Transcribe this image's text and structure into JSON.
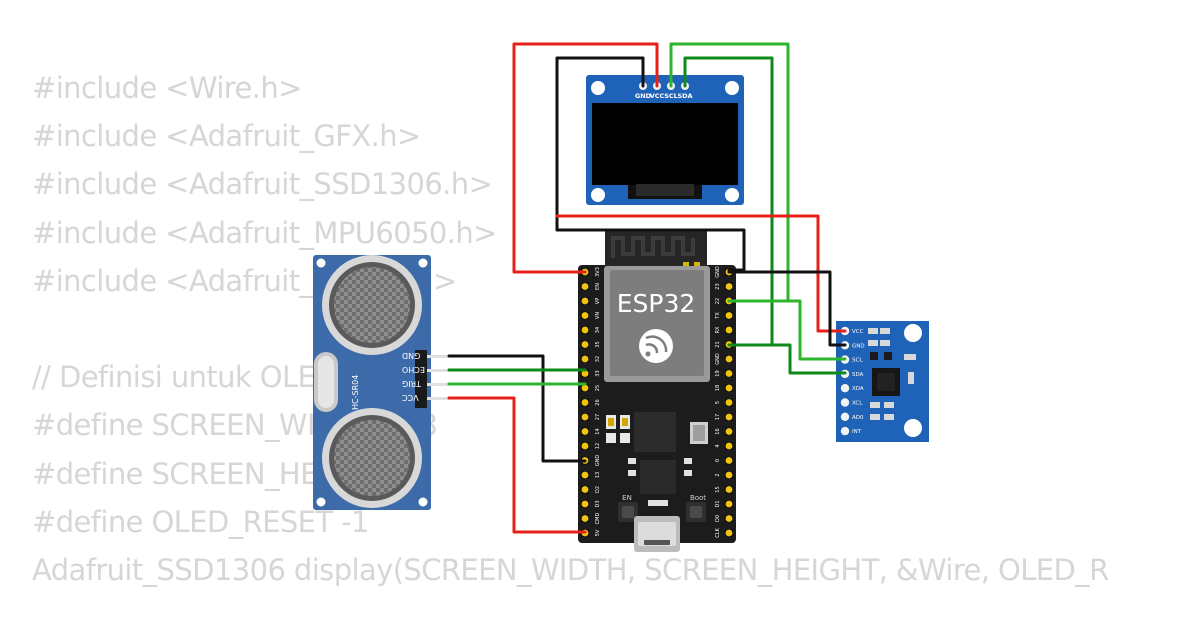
{
  "code": {
    "lines": [
      "#include <Wire.h>",
      "#include <Adafruit_GFX.h>",
      "#include <Adafruit_SSD1306.h>",
      "#include <Adafruit_MPU6050.h>",
      "#include <Adafruit_Sensor.h>",
      "",
      "// Definisi untuk OLED",
      "#define SCREEN_WIDTH 128",
      "#define SCREEN_HEIGHT 64",
      "#define OLED_RESET -1",
      "Adafruit_SSD1306 display(SCREEN_WIDTH, SCREEN_HEIGHT, &Wire, OLED_R"
    ]
  },
  "esp32": {
    "title": "ESP32",
    "left_pins": [
      "3V3",
      "EN",
      "VP",
      "VN",
      "34",
      "35",
      "32",
      "33",
      "25",
      "26",
      "27",
      "14",
      "12",
      "GND",
      "13",
      "D2",
      "D3",
      "CMD",
      "5V"
    ],
    "right_pins": [
      "GND",
      "23",
      "22",
      "TX",
      "RX",
      "21",
      "GND",
      "19",
      "18",
      "5",
      "17",
      "16",
      "4",
      "0",
      "2",
      "15",
      "D1",
      "D0",
      "CLK"
    ],
    "button_en": "EN",
    "button_boot": "Boot"
  },
  "oled": {
    "pins": [
      "GND",
      "VCC",
      "SCL",
      "SDA"
    ]
  },
  "hcsr04": {
    "name": "HC-SR04",
    "pins": [
      "GND",
      "ECHO",
      "TRIG",
      "VCC"
    ]
  },
  "mpu6050": {
    "pins": [
      "VCC",
      "GND",
      "SCL",
      "SDA",
      "XDA",
      "XCL",
      "AD0",
      "INT"
    ]
  },
  "colors": {
    "wire_red": "#e8201a",
    "wire_black": "#111111",
    "wire_green": "#2db52d",
    "wire_dark_green": "#0e8a1a",
    "board_blue": "#1f63b8",
    "hcsr04_blue": "#3d6aa8"
  }
}
